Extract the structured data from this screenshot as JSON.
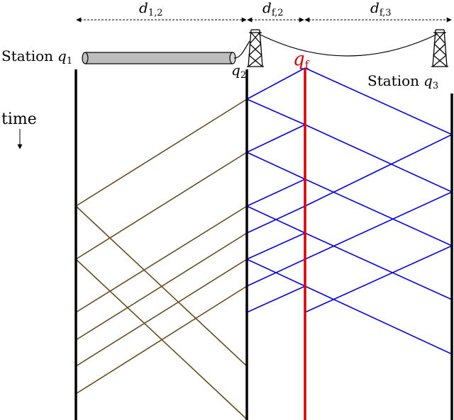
{
  "labels": {
    "d12": "d",
    "d12_sub": "1,2",
    "df2": "d",
    "df2_sub": "f,2",
    "df3": "d",
    "df3_sub": "f,3",
    "station_q1_text": "Station",
    "q1": "q",
    "q1_sub": "1",
    "q2": "q",
    "q2_sub": "2",
    "qf": "q",
    "qf_sub": "f",
    "station_q3_text": "Station",
    "q3": "q",
    "q3_sub": "3",
    "time": "time"
  },
  "colors": {
    "station_line": "#000000",
    "fault_line": "#e00000",
    "fault_label": "#e00000",
    "brown_waves": "#6b4a1e",
    "blue_waves": "#0000ee",
    "cable_fill": "#bdbdbd"
  },
  "icons": [
    "transmission-tower-icon",
    "transmission-tower-icon"
  ]
}
